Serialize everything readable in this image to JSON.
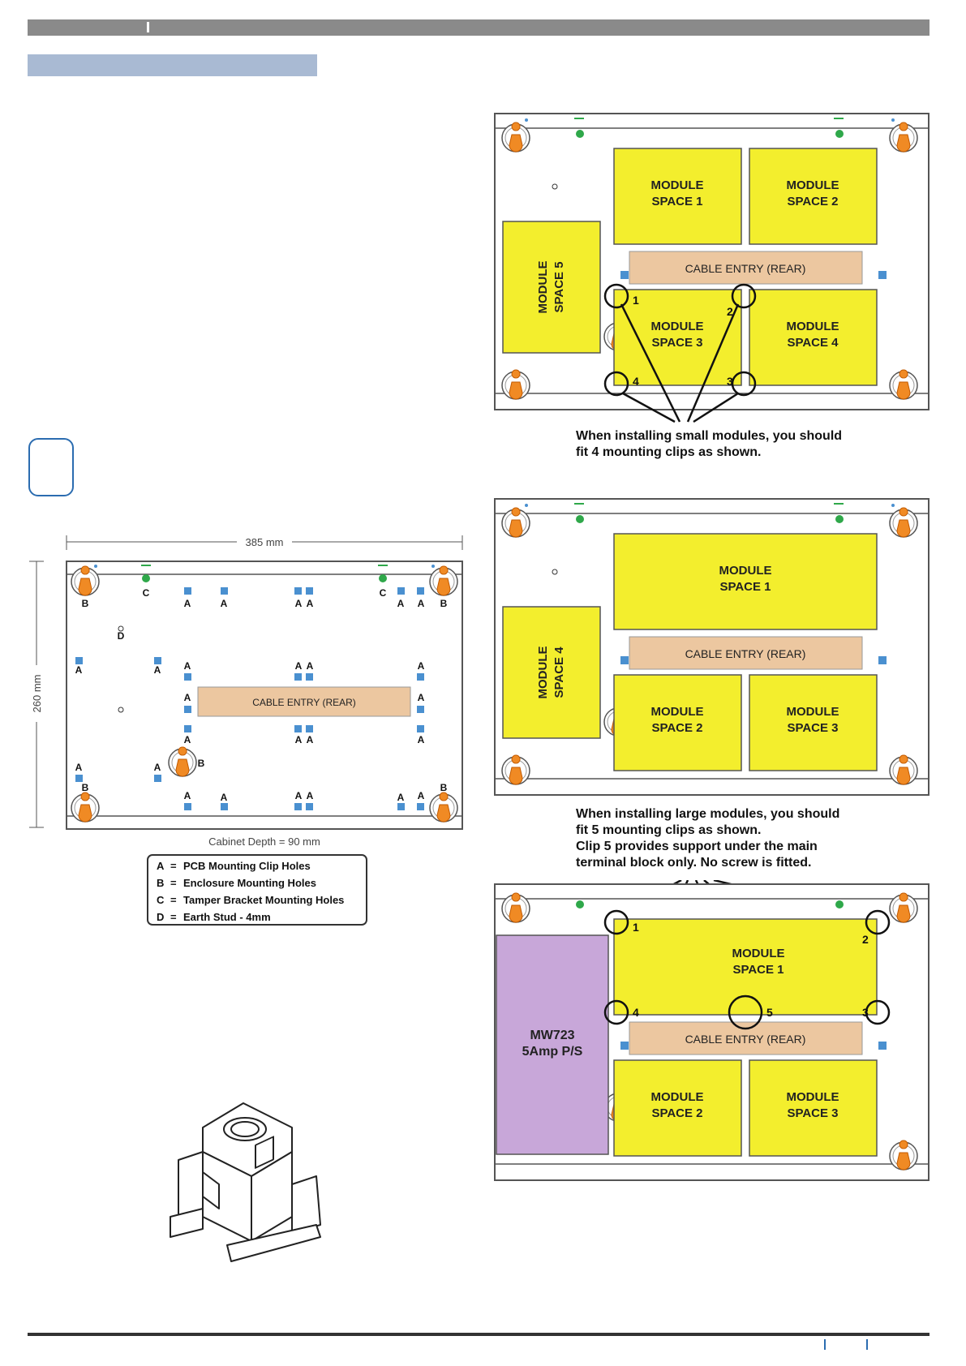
{
  "colors": {
    "header_bar": "#8a8a8a",
    "section_bar": "#a9bad3",
    "module": "#f3ee2d",
    "cable_entry": "#ecc7a0",
    "psu": "#c8a7d9",
    "clip_hole": "#4a90d0",
    "tamper_hole": "#2fa84a",
    "mount_hole": "#f08a24",
    "note_box_border": "#2b6cb0"
  },
  "drawing": {
    "width_label": "385 mm",
    "height_label": "260 mm",
    "depth_label": "Cabinet Depth = 90 mm",
    "cable_entry": "CABLE ENTRY (REAR)",
    "letters": {
      "a": "A",
      "b": "B",
      "c": "C",
      "d": "D"
    },
    "legend": [
      {
        "key": "A",
        "eq": "=",
        "text": "PCB Mounting Clip Holes"
      },
      {
        "key": "B",
        "eq": "=",
        "text": "Enclosure Mounting Holes"
      },
      {
        "key": "C",
        "eq": "=",
        "text": "Tamper Bracket Mounting Holes"
      },
      {
        "key": "D",
        "eq": "=",
        "text": "Earth Stud - 4mm"
      }
    ]
  },
  "diagram_small": {
    "module_word": "MODULE",
    "spaces": [
      "SPACE 1",
      "SPACE 2",
      "SPACE 3",
      "SPACE 4",
      "SPACE 5"
    ],
    "cable_entry": "CABLE ENTRY (REAR)",
    "clips": [
      "1",
      "2",
      "3",
      "4"
    ],
    "caption_line1": "When installing small modules, you should",
    "caption_line2": "fit 4 mounting clips as shown."
  },
  "diagram_large": {
    "module_word": "MODULE",
    "spaces": [
      "SPACE 1",
      "SPACE 2",
      "SPACE 3",
      "SPACE 4"
    ],
    "cable_entry": "CABLE ENTRY (REAR)",
    "caption_line1": "When installing large modules, you should",
    "caption_line2": "fit 5 mounting clips as shown.",
    "caption_line3": "Clip 5 provides support under the main",
    "caption_line4": "terminal block only.  No screw is fitted."
  },
  "diagram_psu": {
    "module_word": "MODULE",
    "spaces": [
      "SPACE 1",
      "SPACE 2",
      "SPACE 3"
    ],
    "cable_entry": "CABLE ENTRY (REAR)",
    "psu_line1": "MW723",
    "psu_line2": "5Amp P/S",
    "clips": [
      "1",
      "2",
      "3",
      "4",
      "5"
    ]
  }
}
